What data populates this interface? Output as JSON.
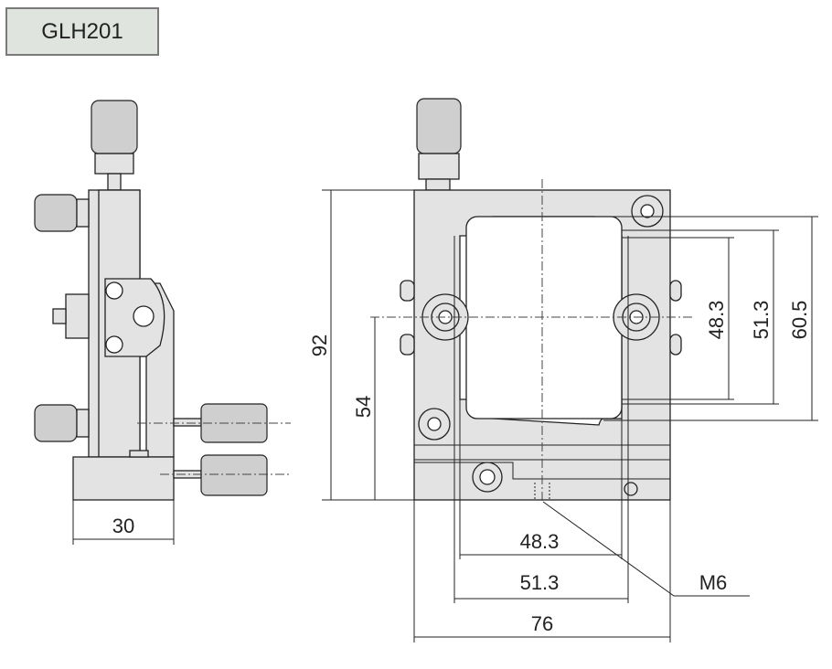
{
  "model": "GLH201",
  "dimensions": {
    "side_width": "30",
    "height_total": "92",
    "height_center": "54",
    "vert_inner": "48.3",
    "vert_mid": "51.3",
    "vert_outer": "60.5",
    "horiz_inner": "48.3",
    "horiz_mid": "51.3",
    "width_total": "76",
    "thread": "M6"
  }
}
